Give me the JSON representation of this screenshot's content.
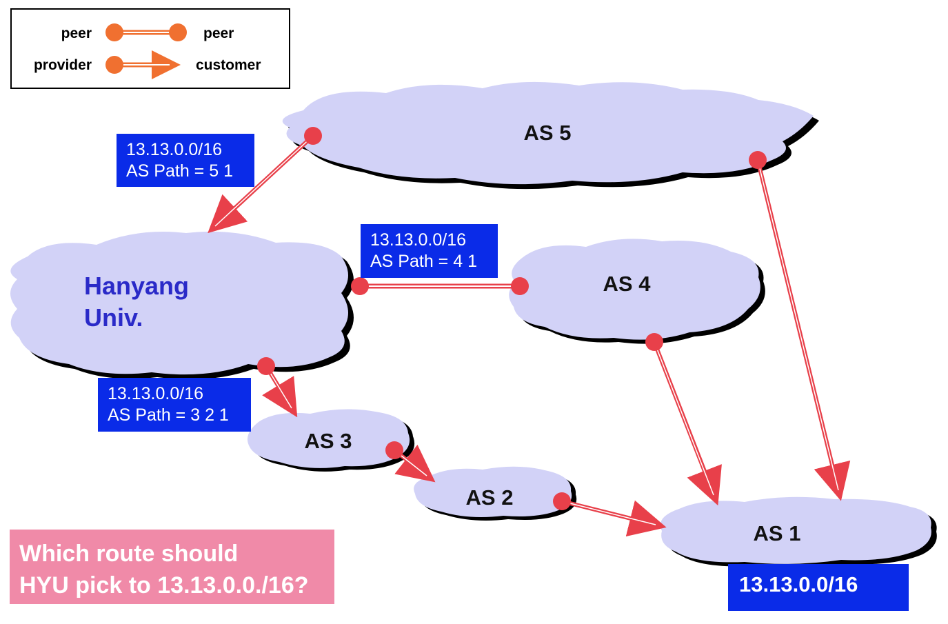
{
  "legend": {
    "peer_left": "peer",
    "peer_right": "peer",
    "provider": "provider",
    "customer": "customer"
  },
  "nodes": {
    "as5": "AS 5",
    "as4": "AS 4",
    "as3": "AS 3",
    "as2": "AS 2",
    "as1": "AS 1",
    "hyu_line1": "Hanyang",
    "hyu_line2": "Univ."
  },
  "routes": {
    "via_as5": {
      "prefix": "13.13.0.0/16",
      "path": "AS Path = 5 1"
    },
    "via_as4": {
      "prefix": "13.13.0.0/16",
      "path": "AS Path = 4 1"
    },
    "via_as3": {
      "prefix": "13.13.0.0/16",
      "path": "AS Path = 3 2 1"
    }
  },
  "origin_prefix": "13.13.0.0/16",
  "question": {
    "line1": "Which route should",
    "line2": "HYU pick to 13.13.0.0./16?"
  },
  "colors": {
    "cloud": "#d2d2f7",
    "link": "#e8404a",
    "legend_link": "#f07030",
    "label_box": "#0a2be8",
    "question_box": "#f08aa8"
  }
}
